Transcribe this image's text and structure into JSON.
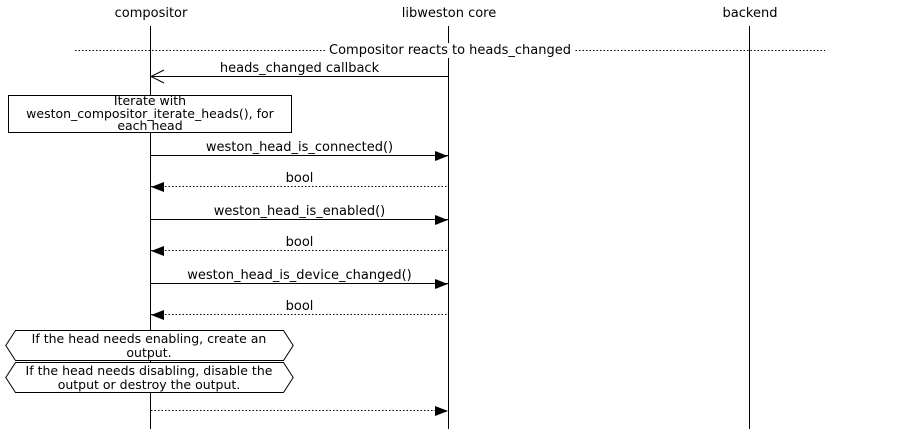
{
  "participants": [
    {
      "name": "compositor"
    },
    {
      "name": "libweston core"
    },
    {
      "name": "backend"
    }
  ],
  "divider": {
    "label": "Compositor reacts to heads_changed"
  },
  "messages": {
    "callback": {
      "label": "heads_changed callback"
    },
    "call_connected": {
      "label": "weston_head_is_connected()"
    },
    "return_connected": {
      "label": "bool"
    },
    "call_enabled": {
      "label": "weston_head_is_enabled()"
    },
    "return_enabled": {
      "label": "bool"
    },
    "call_device_changed": {
      "label": "weston_head_is_device_changed()"
    },
    "return_device_changed": {
      "label": "bool"
    }
  },
  "notes": {
    "iterate": {
      "text": "Iterate with weston_compositor_iterate_heads(), for each head",
      "lines": [
        "Iterate with",
        "weston_compositor_iterate_heads(), for",
        "each head"
      ]
    },
    "enable": {
      "text": "If the head needs enabling, create an output.",
      "lines": [
        "If the head needs enabling, create an",
        "output."
      ]
    },
    "disable": {
      "text": "If the head needs disabling, disable the output or destroy the output.",
      "lines": [
        "If the head needs disabling, disable the",
        "output or destroy the output."
      ]
    }
  },
  "colors": {
    "line": "#000000",
    "background": "#ffffff"
  }
}
